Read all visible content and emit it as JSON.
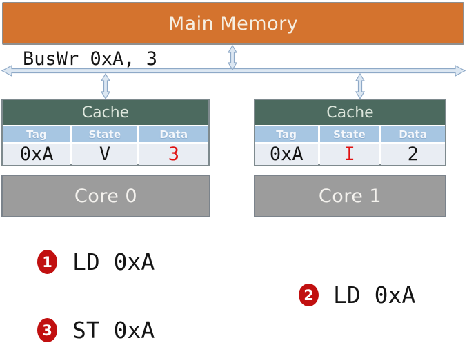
{
  "memory": {
    "label": "Main Memory"
  },
  "bus": {
    "label": "BusWr 0xA, 3"
  },
  "caches": [
    {
      "title": "Cache",
      "columns": [
        "Tag",
        "State",
        "Data"
      ],
      "row": {
        "tag": "0xA",
        "state": "V",
        "data": "3"
      },
      "highlighted_cell": "data"
    },
    {
      "title": "Cache",
      "columns": [
        "Tag",
        "State",
        "Data"
      ],
      "row": {
        "tag": "0xA",
        "state": "I",
        "data": "2"
      },
      "highlighted_cell": "state"
    }
  ],
  "cores": [
    {
      "label": "Core 0"
    },
    {
      "label": "Core 1"
    }
  ],
  "steps": [
    {
      "number": "1",
      "label": "LD 0xA"
    },
    {
      "number": "2",
      "label": "LD 0xA"
    },
    {
      "number": "3",
      "label": "ST 0xA"
    }
  ],
  "colors": {
    "memory_orange": "#d4732e",
    "cache_header_green": "#4c6a5f",
    "column_header_blue": "#a7c6e2",
    "value_row_bg": "#e9edf3",
    "core_gray": "#9c9c9c",
    "arrow_blue": "#dce7f2",
    "arrow_outline_blue": "#8ea9c7",
    "accent_red": "#e01212",
    "badge_red": "#c11010"
  }
}
